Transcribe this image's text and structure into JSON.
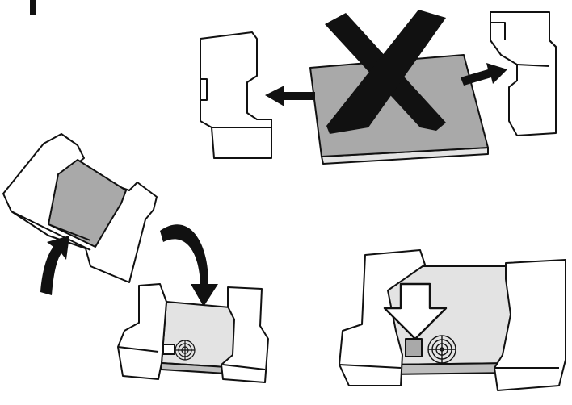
{
  "figure": {
    "type": "unpacking-instruction-illustration",
    "text_labels": [],
    "colors": {
      "background": "#ffffff",
      "outline": "#111111",
      "packaging": "#ffffff",
      "appliance_top": "#a9a9a9",
      "appliance_top_light": "#e3e3e3",
      "cross_mark": "#111111",
      "arrow": "#111111"
    },
    "steps": [
      {
        "id": "do-not-lift-by-protectors",
        "shows": [
          "cross-mark-icon",
          "arrow-right-icon",
          "arrow-left-icon"
        ]
      },
      {
        "id": "tilt-and-remove",
        "shows": [
          "curved-arrow-up-icon",
          "curved-arrow-down-icon"
        ]
      },
      {
        "id": "place-flat",
        "shows": []
      },
      {
        "id": "lift-out",
        "shows": [
          "hollow-arrow-down-icon"
        ]
      }
    ]
  }
}
